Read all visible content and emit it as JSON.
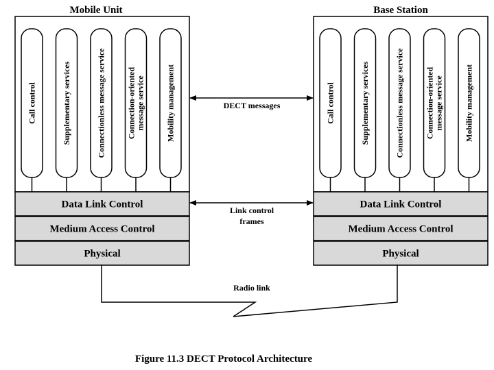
{
  "mobile": {
    "title": "Mobile Unit",
    "services": [
      [
        "Call control"
      ],
      [
        "Supplementary services"
      ],
      [
        "Connectionless message service"
      ],
      [
        "Connection-oriented",
        "message service"
      ],
      [
        "Mobility management"
      ]
    ],
    "layers": [
      "Data Link Control",
      "Medium Access Control",
      "Physical"
    ]
  },
  "base": {
    "title": "Base Station",
    "services": [
      [
        "Call control"
      ],
      [
        "Supplementary services"
      ],
      [
        "Connectionless message service"
      ],
      [
        "Connection-oriented",
        "message service"
      ],
      [
        "Mobility management"
      ]
    ],
    "layers": [
      "Data Link Control",
      "Medium Access Control",
      "Physical"
    ]
  },
  "links": {
    "messages": "DECT messages",
    "link_control": [
      "Link control",
      "frames"
    ],
    "radio": "Radio link"
  },
  "caption": "Figure 11.3  DECT Protocol Architecture",
  "colors": {
    "layer_fill": "#d9d9d9",
    "stroke": "#000000"
  }
}
